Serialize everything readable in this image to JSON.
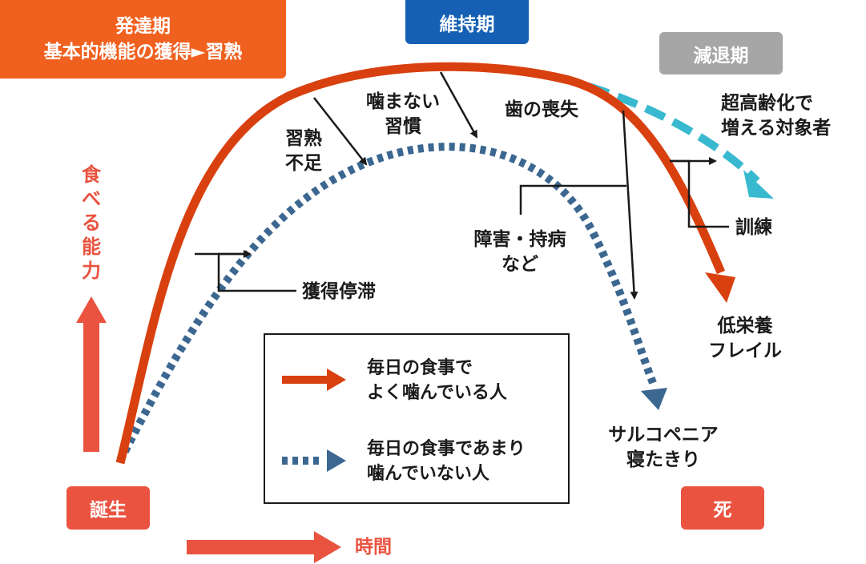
{
  "phases": {
    "development": {
      "line1": "発達期",
      "line2": "基本的機能の獲得►習熟"
    },
    "maintenance": "維持期",
    "decline": "減退期"
  },
  "labels": {
    "immature": [
      "習熟",
      "不足"
    ],
    "no_chew_habit": [
      "噛まない",
      "習慣"
    ],
    "tooth_loss": "歯の喪失",
    "aging": [
      "超高齢化で",
      "増える対象者"
    ],
    "acquisition_stagnation": "獲得停滞",
    "disorder": [
      "障害・持病",
      "など"
    ],
    "training": "訓練",
    "frailty": [
      "低栄養",
      "フレイル"
    ],
    "sarcopenia": [
      "サルコペニア",
      "寝たきり"
    ]
  },
  "axes": {
    "eating_ability": [
      "食",
      "べ",
      "る",
      "能",
      "力"
    ],
    "time": "時間",
    "birth": "誕生",
    "death": "死"
  },
  "legend": {
    "solid": [
      "毎日の食事で",
      "よく噛んでいる人"
    ],
    "dotted": [
      "毎日の食事であまり",
      "噛んでいない人"
    ]
  },
  "colors": {
    "orange_box": "#f0601f",
    "blue_box": "#1560b4",
    "gray_box": "#a6a6a6",
    "solid_curve": "#d9400f",
    "dotted_curve": "#3b6790",
    "cyan_curve": "#38b9cf",
    "salmon": "#e9533f"
  }
}
